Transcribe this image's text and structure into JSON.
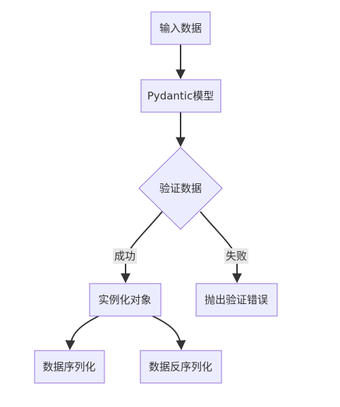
{
  "nodes": {
    "input": "输入数据",
    "model": "Pydantic模型",
    "validate": "验证数据",
    "instance": "实例化对象",
    "error": "抛出验证错误",
    "serialize": "数据序列化",
    "deserialize": "数据反序列化"
  },
  "edges": {
    "success": "成功",
    "failure": "失败"
  },
  "colors": {
    "node_fill": "#ececff",
    "node_stroke": "#9370db",
    "edge": "#333333",
    "label_bg": "#e8e8e8"
  }
}
